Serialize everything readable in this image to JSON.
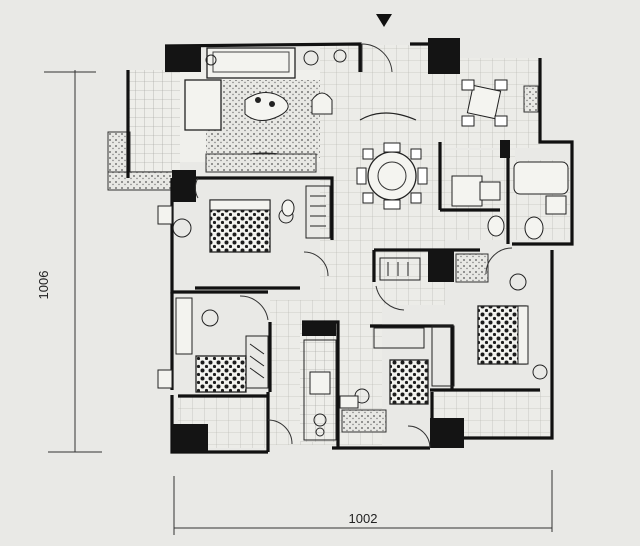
{
  "drawing": {
    "entrance_marker": "entrance-arrow",
    "dimensions": {
      "width_label": "1002",
      "height_label": "1006"
    },
    "colors": {
      "paper": "#e9e9e6",
      "ink": "#141414",
      "line": "#333333"
    }
  }
}
